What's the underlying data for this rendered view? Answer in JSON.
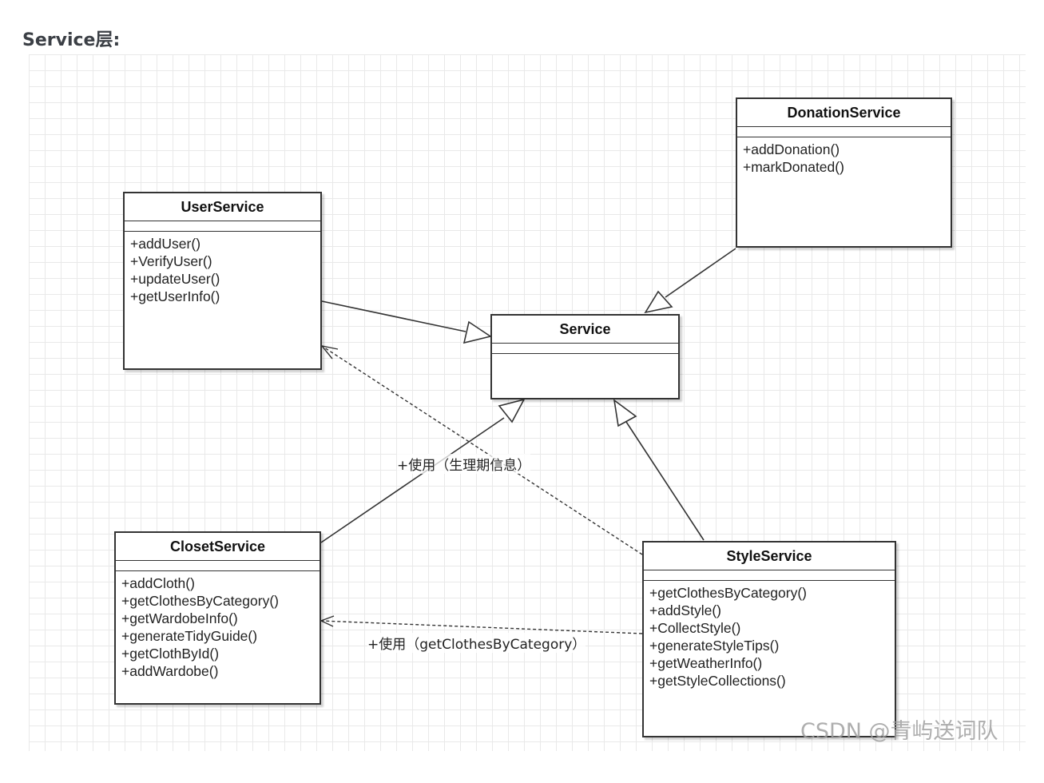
{
  "heading": "Service层:",
  "classes": {
    "donation": {
      "name": "DonationService",
      "operations": [
        "+addDonation()",
        "+markDonated()"
      ]
    },
    "user": {
      "name": "UserService",
      "operations": [
        "+addUser()",
        "+VerifyUser()",
        "+updateUser()",
        "+getUserInfo()"
      ]
    },
    "service": {
      "name": "Service",
      "operations": []
    },
    "closet": {
      "name": "ClosetService",
      "operations": [
        "+addCloth()",
        "+getClothesByCategory()",
        "+getWardobeInfo()",
        "+generateTidyGuide()",
        "+getClothById()",
        "+addWardobe()"
      ]
    },
    "style": {
      "name": "StyleService",
      "operations": [
        "+getClothesByCategory()",
        "+addStyle()",
        "+CollectStyle()",
        "+generateStyleTips()",
        "+getWeatherInfo()",
        "+getStyleCollections()"
      ]
    }
  },
  "relations": {
    "style_uses_user": "+使用（生理期信息）",
    "style_uses_closet": "+使用（getClothesByCategory）"
  },
  "watermark": "CSDN @青屿送词队",
  "colors": {
    "line": "#333333",
    "grid": "#e9e9e9"
  }
}
